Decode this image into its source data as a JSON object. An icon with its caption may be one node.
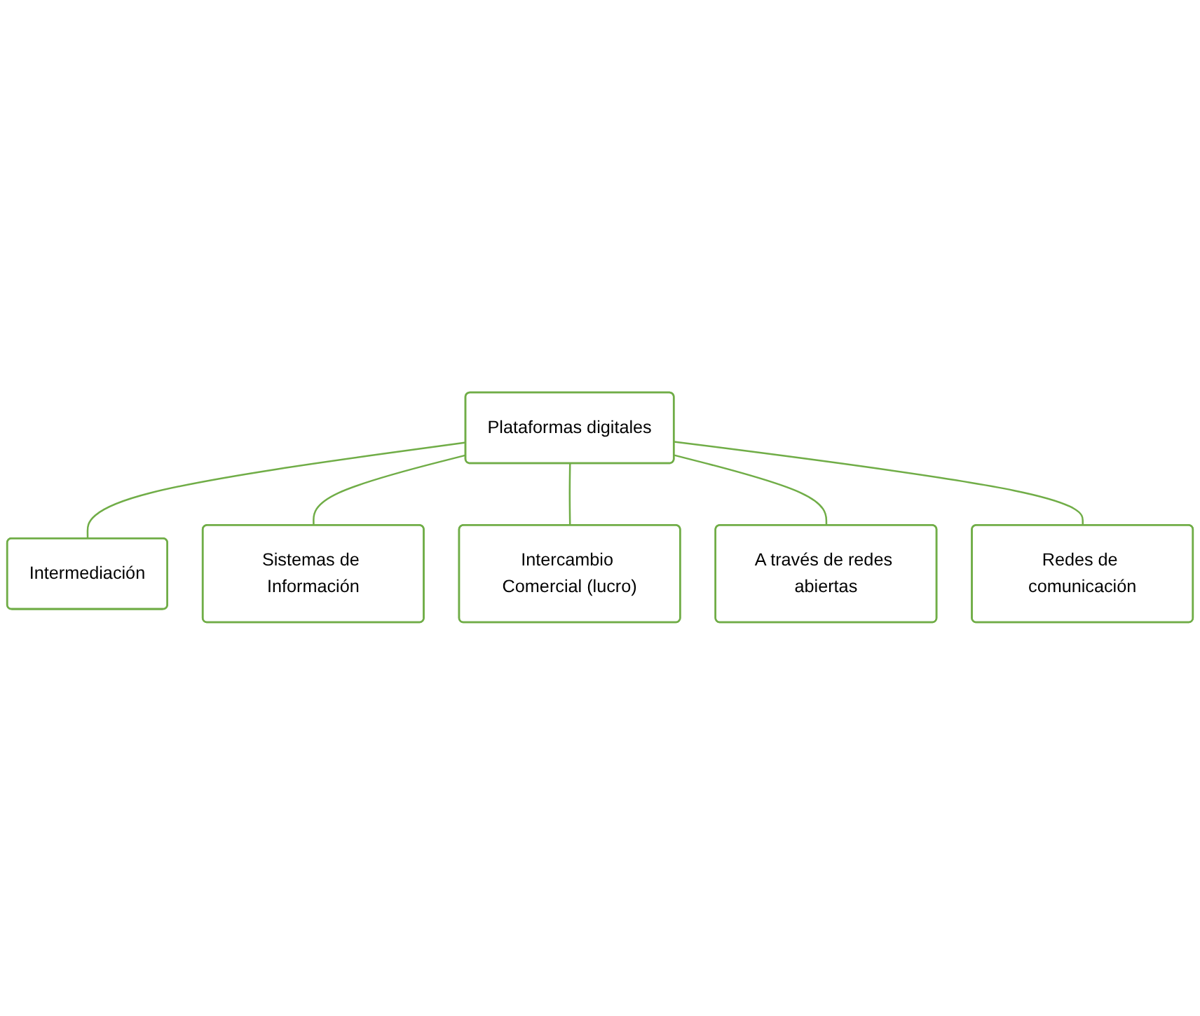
{
  "diagram": {
    "nodes": [
      {
        "text": [
          "Intermediación"
        ]
      },
      {
        "text": [
          "Sistemas de Información"
        ]
      },
      {
        "text": [
          "Intercambio Comercial (lucro)"
        ]
      },
      {
        "text": [
          "Plataformas digitales"
        ]
      },
      {
        "text": [
          "A través de redes abiertas"
        ]
      },
      {
        "text": [
          "Redes de comunicación"
        ]
      }
    ],
    "edges": [
      {
        "from": 3,
        "to": 0,
        "arrow": "none"
      },
      {
        "from": 3,
        "to": 1,
        "arrow": "none"
      },
      {
        "from": 3,
        "to": 2,
        "arrow": "none"
      },
      {
        "from": 3,
        "to": 4,
        "arrow": "none"
      },
      {
        "from": 3,
        "to": 5,
        "arrow": "none"
      }
    ]
  }
}
